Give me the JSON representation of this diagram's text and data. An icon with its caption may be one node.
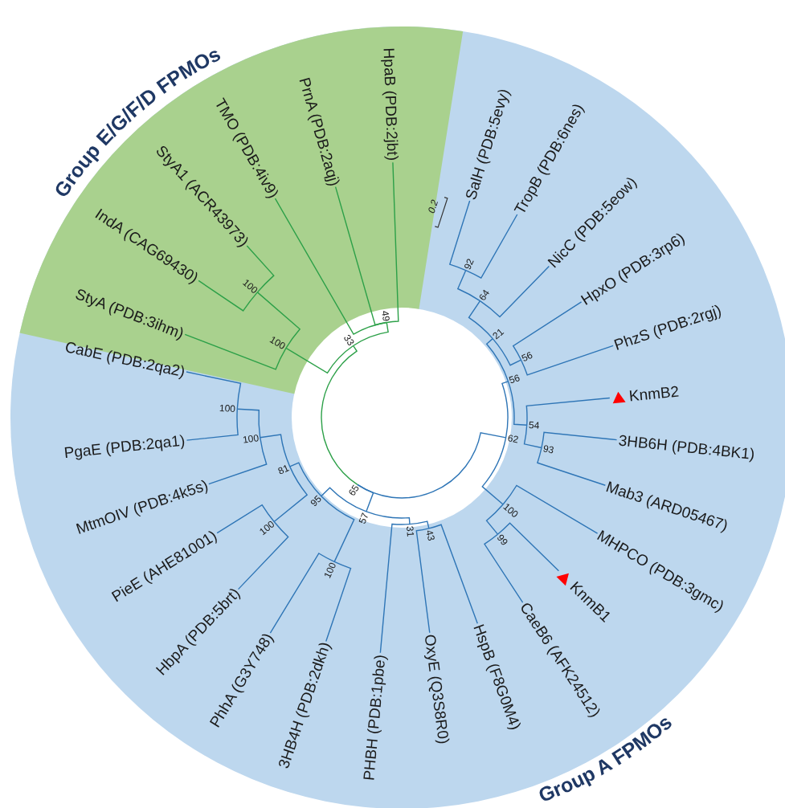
{
  "diagram": {
    "nodes": [
      {
        "text": [
          "SalH (PDB:5evy)"
        ]
      },
      {
        "text": [
          "TropB (PDB:6nes)"
        ]
      },
      {
        "text": [
          "NicC (PDB:5eow)"
        ]
      },
      {
        "text": [
          "HpxO (PDB:3rp6)"
        ]
      },
      {
        "text": [
          "PhzS (PDB:2rgj)"
        ]
      },
      {
        "text": [
          "KnmB2"
        ]
      },
      {
        "text": [
          "3HB6H (PDB:4BK1)"
        ]
      },
      {
        "text": [
          "Mab3 (ARD05467)"
        ]
      },
      {
        "text": [
          "MHPCO (PDB:3gmc)"
        ]
      },
      {
        "text": [
          "KnmB1"
        ]
      },
      {
        "text": [
          "CaeB6 (AFK24512)"
        ]
      },
      {
        "text": [
          "HspB (F8G0M4)"
        ]
      },
      {
        "text": [
          "OxyE (Q3S8R0)"
        ]
      },
      {
        "text": [
          "PHBH (PDB:1pbe)"
        ]
      },
      {
        "text": [
          "3HB4H (PDB:2dkh)"
        ]
      },
      {
        "text": [
          "PhhA (G3Y748)"
        ]
      },
      {
        "text": [
          "HbpA (PDB:5brt)"
        ]
      },
      {
        "text": [
          "PieE (AHE81001)"
        ]
      },
      {
        "text": [
          "MtmOIV (PDB:4k5s)"
        ]
      },
      {
        "text": [
          "PgaE (PDB:2qa1)"
        ]
      },
      {
        "text": [
          "CabE (PDB:2qa2)"
        ]
      },
      {
        "text": [
          "StyA (PDB:3ihm)"
        ]
      },
      {
        "text": [
          "IndA (CAG69430)"
        ]
      },
      {
        "text": [
          "StyA1 (ACR43973)"
        ]
      },
      {
        "text": [
          "TMO (PDB:4iv9)"
        ]
      },
      {
        "text": [
          "PrnA (PDB:2aqj)"
        ]
      },
      {
        "text": [
          "HpaB (PDB:2jbt)"
        ]
      },
      {
        "text": [
          "92"
        ]
      },
      {
        "text": [
          "64"
        ]
      },
      {
        "text": [
          "21"
        ]
      },
      {
        "text": [
          "56"
        ]
      },
      {
        "text": [
          "56"
        ]
      },
      {
        "text": [
          "54"
        ]
      },
      {
        "text": [
          "93"
        ]
      },
      {
        "text": [
          "62"
        ]
      },
      {
        "text": [
          "100"
        ]
      },
      {
        "text": [
          "99"
        ]
      },
      {
        "text": [
          "65"
        ]
      },
      {
        "text": [
          "43"
        ]
      },
      {
        "text": [
          "31"
        ]
      },
      {
        "text": [
          "57"
        ]
      },
      {
        "text": [
          "95"
        ]
      },
      {
        "text": [
          "100"
        ]
      },
      {
        "text": [
          "100"
        ]
      },
      {
        "text": [
          "81"
        ]
      },
      {
        "text": [
          "100"
        ]
      },
      {
        "text": [
          "100"
        ]
      },
      {
        "text": [
          "33"
        ]
      },
      {
        "text": [
          "100"
        ]
      },
      {
        "text": [
          "100"
        ]
      },
      {
        "text": [
          "49"
        ]
      }
    ],
    "edges": [
      {
        "from": 27,
        "to": 0,
        "arrow": "none"
      },
      {
        "from": 27,
        "to": 1,
        "arrow": "none"
      },
      {
        "from": 28,
        "to": 27,
        "arrow": "none"
      },
      {
        "from": 28,
        "to": 2,
        "arrow": "none"
      },
      {
        "from": 29,
        "to": 28,
        "arrow": "none"
      },
      {
        "from": 29,
        "to": 31,
        "arrow": "none"
      },
      {
        "from": 30,
        "to": 29,
        "arrow": "none"
      },
      {
        "from": 30,
        "to": 32,
        "arrow": "none"
      },
      {
        "from": 31,
        "to": 3,
        "arrow": "none"
      },
      {
        "from": 31,
        "to": 4,
        "arrow": "none"
      },
      {
        "from": 32,
        "to": 5,
        "arrow": "none"
      },
      {
        "from": 32,
        "to": 33,
        "arrow": "none"
      },
      {
        "from": 33,
        "to": 6,
        "arrow": "none"
      },
      {
        "from": 33,
        "to": 7,
        "arrow": "none"
      },
      {
        "from": 34,
        "to": 30,
        "arrow": "none"
      },
      {
        "from": 34,
        "to": 35,
        "arrow": "none"
      },
      {
        "from": 35,
        "to": 8,
        "arrow": "none"
      },
      {
        "from": 35,
        "to": 36,
        "arrow": "none"
      },
      {
        "from": 36,
        "to": 9,
        "arrow": "none"
      },
      {
        "from": 36,
        "to": 10,
        "arrow": "none"
      },
      {
        "from": 37,
        "to": 34,
        "arrow": "none"
      },
      {
        "from": 37,
        "to": 40,
        "arrow": "none"
      },
      {
        "from": 37,
        "to": 47,
        "arrow": "none",
        "color": "#2ca048"
      },
      {
        "from": 38,
        "to": 11,
        "arrow": "none"
      },
      {
        "from": 38,
        "to": 12,
        "arrow": "none"
      },
      {
        "from": 39,
        "to": 38,
        "arrow": "none"
      },
      {
        "from": 39,
        "to": 13,
        "arrow": "none"
      },
      {
        "from": 40,
        "to": 39,
        "arrow": "none"
      },
      {
        "from": 40,
        "to": 41,
        "arrow": "none"
      },
      {
        "from": 41,
        "to": 42,
        "arrow": "none"
      },
      {
        "from": 41,
        "to": 44,
        "arrow": "none"
      },
      {
        "from": 42,
        "to": 14,
        "arrow": "none"
      },
      {
        "from": 42,
        "to": 15,
        "arrow": "none"
      },
      {
        "from": 43,
        "to": 16,
        "arrow": "none"
      },
      {
        "from": 43,
        "to": 17,
        "arrow": "none"
      },
      {
        "from": 44,
        "to": 43,
        "arrow": "none"
      },
      {
        "from": 44,
        "to": 45,
        "arrow": "none"
      },
      {
        "from": 45,
        "to": 18,
        "arrow": "none"
      },
      {
        "from": 45,
        "to": 46,
        "arrow": "none"
      },
      {
        "from": 46,
        "to": 19,
        "arrow": "none"
      },
      {
        "from": 46,
        "to": 20,
        "arrow": "none"
      },
      {
        "from": 47,
        "to": 48,
        "arrow": "none",
        "color": "#2ca048"
      },
      {
        "from": 47,
        "to": 50,
        "arrow": "none",
        "color": "#2ca048"
      },
      {
        "from": 48,
        "to": 21,
        "arrow": "none",
        "color": "#2ca048"
      },
      {
        "from": 48,
        "to": 49,
        "arrow": "none",
        "color": "#2ca048"
      },
      {
        "from": 49,
        "to": 22,
        "arrow": "none",
        "color": "#2ca048"
      },
      {
        "from": 49,
        "to": 23,
        "arrow": "none",
        "color": "#2ca048"
      },
      {
        "from": 50,
        "to": 24,
        "arrow": "none",
        "color": "#2ca048"
      },
      {
        "from": 50,
        "to": 25,
        "arrow": "none",
        "color": "#2ca048"
      },
      {
        "from": 50,
        "to": 26,
        "arrow": "none",
        "color": "#2ca048"
      }
    ],
    "labels": [
      "Group E/G/F/D FPMOs",
      "0.2",
      "Group A FPMOs"
    ]
  }
}
